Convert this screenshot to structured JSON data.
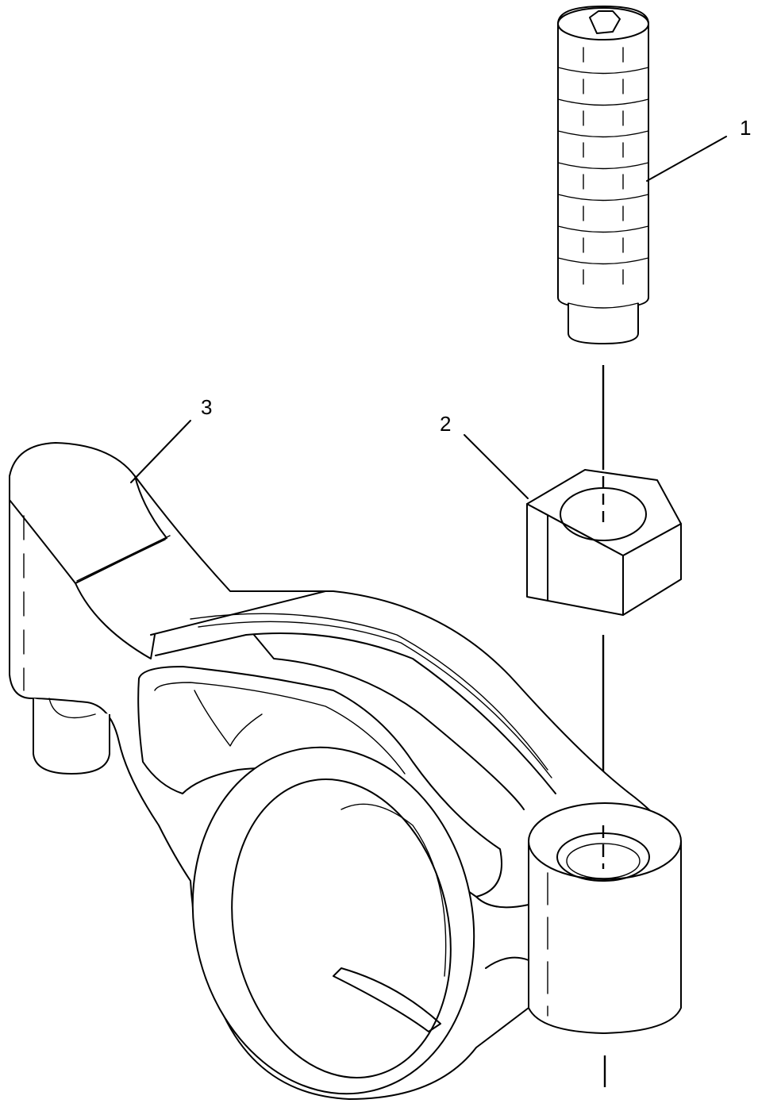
{
  "callouts": [
    {
      "label": "1",
      "part": "cap-screw"
    },
    {
      "label": "2",
      "part": "hex-nut"
    },
    {
      "label": "3",
      "part": "rocker-arm"
    }
  ]
}
